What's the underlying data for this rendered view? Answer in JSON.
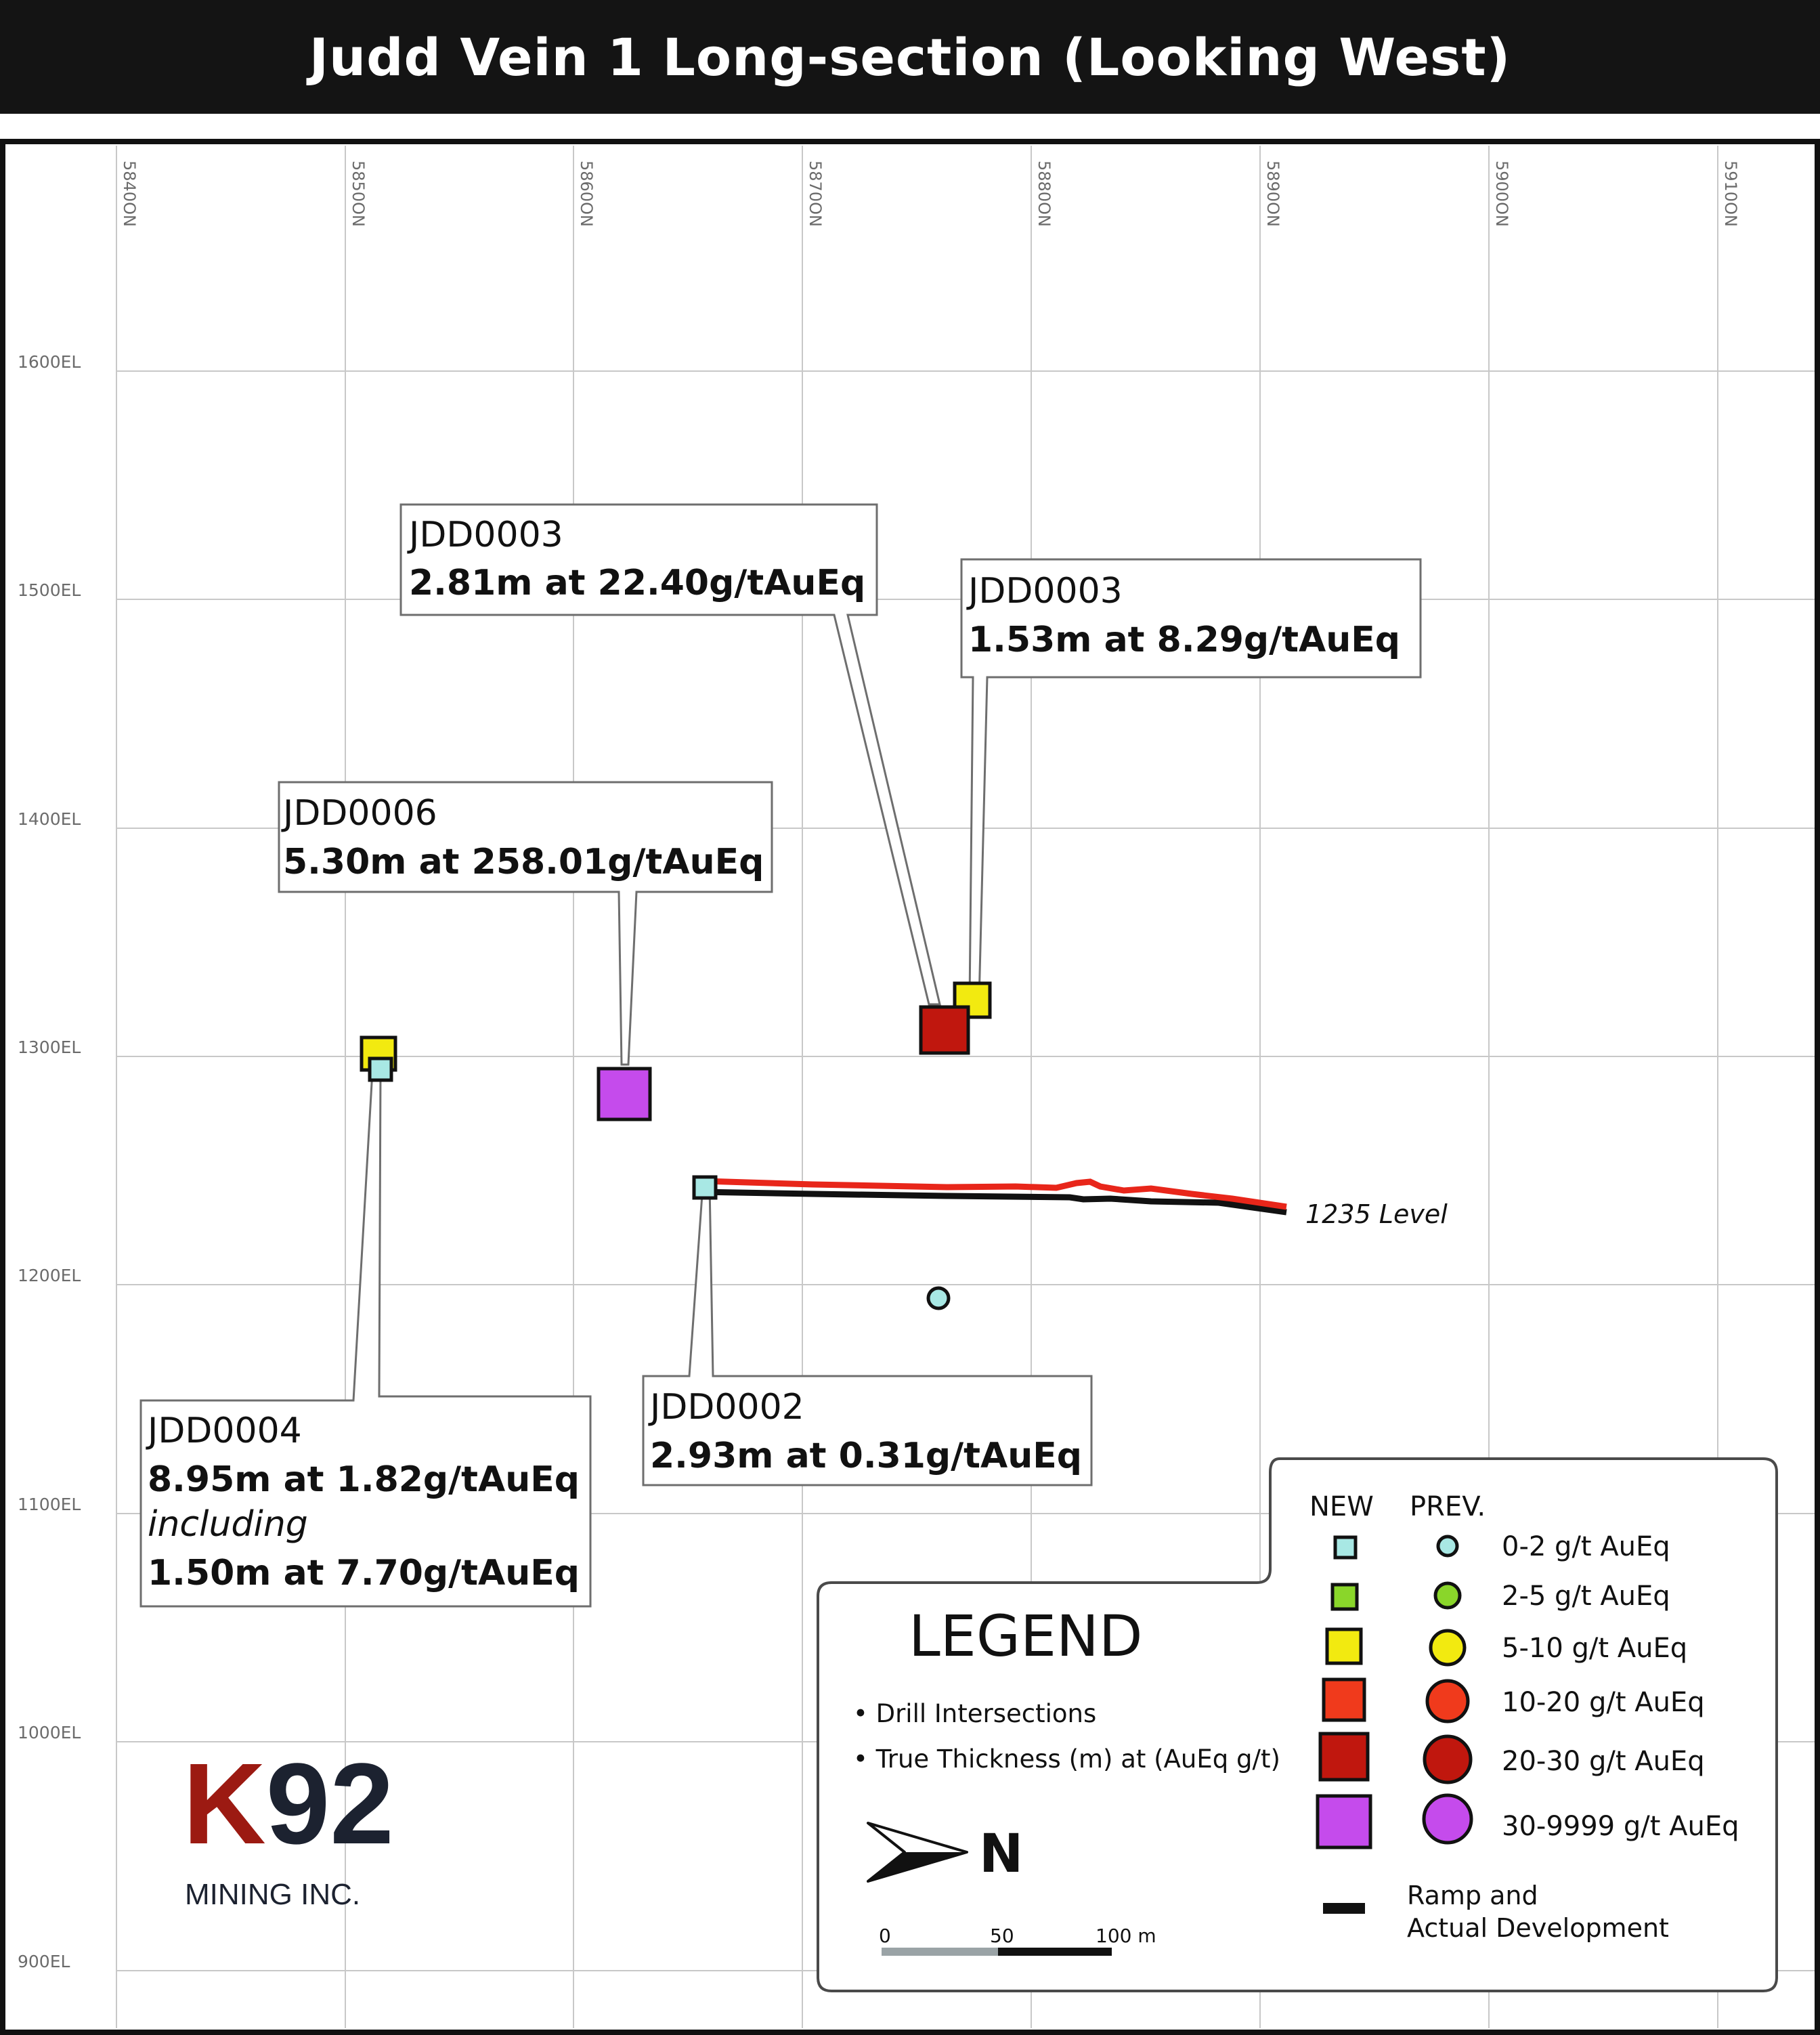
{
  "title": "Judd Vein 1 Long-section (Looking West)",
  "grid": {
    "northings": [
      "5840ON",
      "5850ON",
      "5860ON",
      "5870ON",
      "5880ON",
      "5890ON",
      "5900ON",
      "5910ON"
    ],
    "elevations": [
      "1600EL",
      "1500EL",
      "1400EL",
      "1300EL",
      "1200EL",
      "1100EL",
      "1000EL",
      "900EL"
    ]
  },
  "callouts": [
    {
      "hole": "JDD0003",
      "result": "2.81m at 22.40g/tAuEq"
    },
    {
      "hole": "JDD0003",
      "result": "1.53m at 8.29g/tAuEq"
    },
    {
      "hole": "JDD0006",
      "result": "5.30m at 258.01g/tAuEq"
    },
    {
      "hole": "JDD0004",
      "result": "8.95m at 1.82g/tAuEq",
      "including": "including",
      "result2": "1.50m at 7.70g/tAuEq"
    },
    {
      "hole": "JDD0002",
      "result": "2.93m at 0.31g/tAuEq"
    }
  ],
  "level_label": "1235 Level",
  "legend": {
    "heading": "LEGEND",
    "col_new": "NEW",
    "col_prev": "PREV.",
    "notes": [
      "• Drill Intersections",
      "• True Thickness (m) at (AuEq g/t)"
    ],
    "classes": [
      {
        "label": "0-2 g/t AuEq",
        "color": "#a8e8e4"
      },
      {
        "label": "2-5 g/t AuEq",
        "color": "#8ad62a"
      },
      {
        "label": "5-10 g/t AuEq",
        "color": "#f2ea10"
      },
      {
        "label": "10-20 g/t AuEq",
        "color": "#f03a1c"
      },
      {
        "label": "20-30 g/t AuEq",
        "color": "#c0170e"
      },
      {
        "label": "30-9999 g/t AuEq",
        "color": "#c54bec"
      }
    ],
    "ramp_label_1": "Ramp and",
    "ramp_label_2": "Actual Development",
    "north_label": "N",
    "scale": {
      "tick_0": "0",
      "tick_50": "50",
      "tick_100": "100 m"
    }
  },
  "logo": {
    "brand": "K92",
    "subtitle": "MINING INC.",
    "color_k": "#9c1a12",
    "color_92": "#1c2230"
  }
}
